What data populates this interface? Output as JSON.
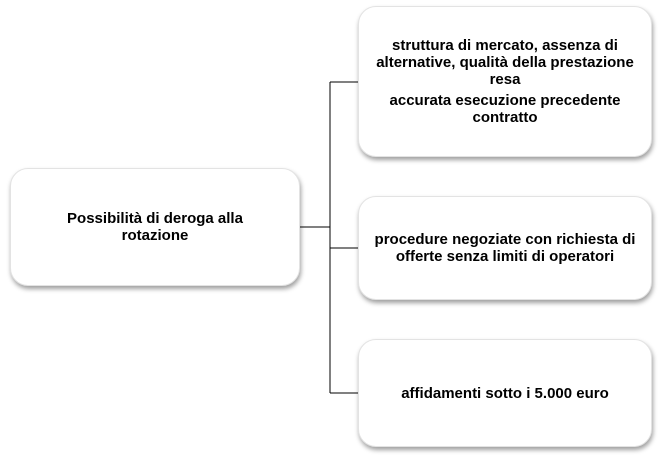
{
  "diagram": {
    "root": {
      "text": "Possibilità  di deroga alla rotazione"
    },
    "branches": [
      {
        "lines": [
          "struttura di mercato, assenza di alternative, qualità della prestazione resa",
          "accurata esecuzione precedente contratto"
        ]
      },
      {
        "lines": [
          "procedure negoziate con richiesta di offerte senza limiti  di operatori"
        ]
      },
      {
        "lines": [
          "affidamenti  sotto i 5.000 euro"
        ]
      }
    ],
    "colors": {
      "connector": "#000000",
      "box_fill": "#ffffff",
      "text": "#000000"
    }
  }
}
